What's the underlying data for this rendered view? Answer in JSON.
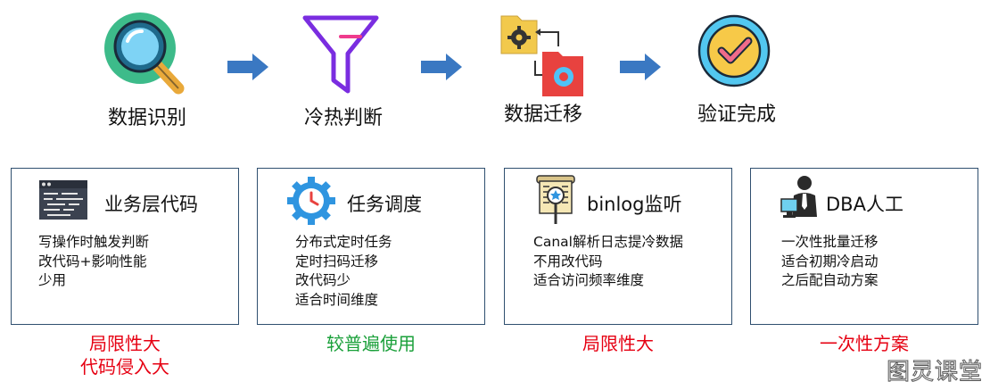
{
  "steps": [
    {
      "label": "数据识别",
      "icon": "magnifier-icon"
    },
    {
      "label": "冷热判断",
      "icon": "funnel-icon"
    },
    {
      "label": "数据迁移",
      "icon": "folder-transfer-icon"
    },
    {
      "label": "验证完成",
      "icon": "check-badge-icon"
    }
  ],
  "cards": [
    {
      "title": "业务层代码",
      "icon": "code-window-icon",
      "lines": [
        "写操作时触发判断",
        "改代码+影响性能",
        "少用"
      ],
      "note": [
        "局限性大",
        "代码侵入大"
      ],
      "note_color": "#e60012"
    },
    {
      "title": "任务调度",
      "icon": "gear-clock-icon",
      "lines": [
        "分布式定时任务",
        "定时扫码迁移",
        "改代码少",
        "适合时间维度"
      ],
      "note": [
        "较普遍使用"
      ],
      "note_color": "#1aa03a"
    },
    {
      "title": "binlog监听",
      "icon": "log-scroll-icon",
      "lines": [
        "Canal解析日志提冷数据",
        "不用改代码",
        "适合访问频率维度"
      ],
      "note": [
        "局限性大"
      ],
      "note_color": "#e60012"
    },
    {
      "title": "DBA人工",
      "icon": "admin-person-icon",
      "lines": [
        "一次性批量迁移",
        "适合初期冷启动",
        "之后配自动方案"
      ],
      "note": [
        "一次性方案"
      ],
      "note_color": "#e60012"
    }
  ],
  "watermark": "图灵课堂"
}
